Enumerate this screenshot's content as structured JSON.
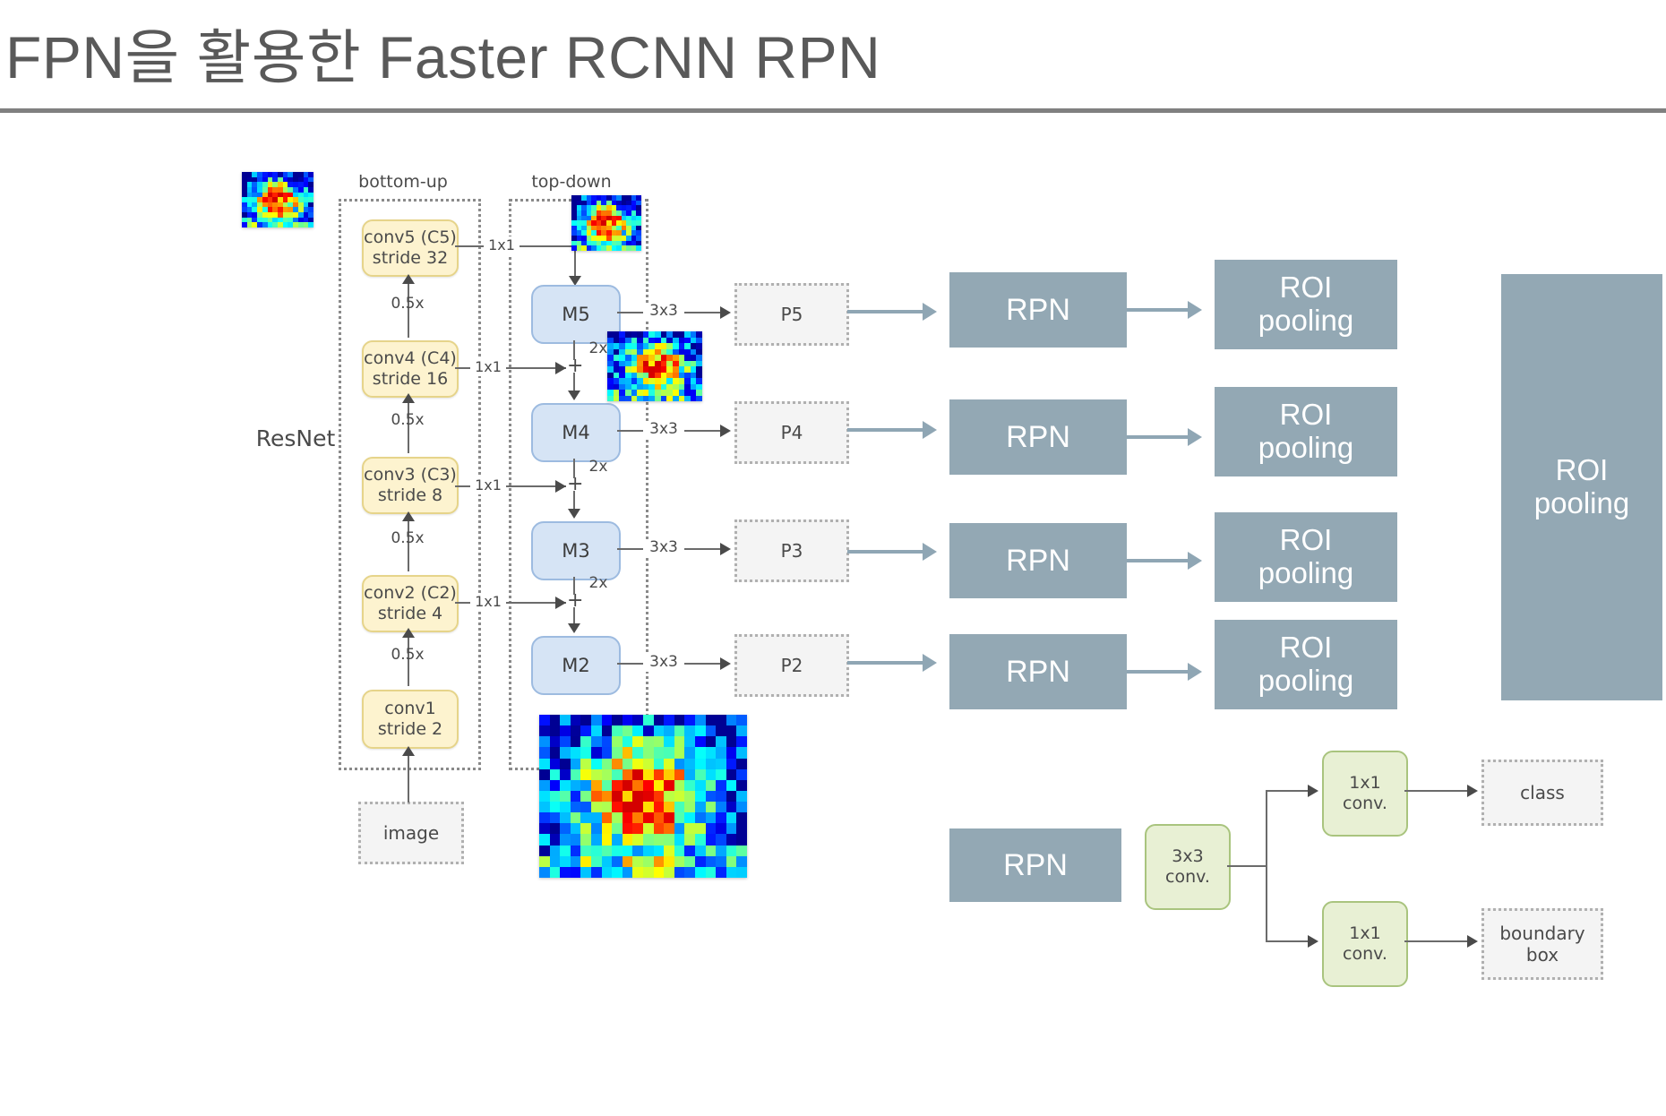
{
  "slide": {
    "title": "FPN을 활용한 Faster RCNN RPN"
  },
  "diagram": {
    "column_headers": {
      "bottom_up": "bottom-up",
      "top_down": "top-down"
    },
    "backbone_label": "ResNet",
    "resnet_blocks": [
      {
        "line1": "conv5 (C5)",
        "line2": "stride 32"
      },
      {
        "line1": "conv4 (C4)",
        "line2": "stride 16"
      },
      {
        "line1": "conv3 (C3)",
        "line2": "stride 8"
      },
      {
        "line1": "conv2 (C2)",
        "line2": "stride 4"
      },
      {
        "line1": "conv1",
        "line2": "stride 2"
      }
    ],
    "downsample_labels": [
      "0.5x",
      "0.5x",
      "0.5x",
      "0.5x"
    ],
    "lateral_labels": [
      "1x1",
      "1x1",
      "1x1",
      "1x1"
    ],
    "upsample_labels": [
      "2x",
      "2x",
      "2x"
    ],
    "merge_symbol": "+",
    "m_blocks": [
      "M5",
      "M4",
      "M3",
      "M2"
    ],
    "conv3x3_labels": [
      "3x3",
      "3x3",
      "3x3",
      "3x3"
    ],
    "p_blocks": [
      "P5",
      "P4",
      "P3",
      "P2"
    ],
    "image_block": "image",
    "rpn_label": "RPN",
    "roi_pooling_label": "ROI\npooling",
    "roi_pooling_line1": "ROI",
    "roi_pooling_line2": "pooling",
    "shared_roi_pooling_line1": "ROI",
    "shared_roi_pooling_line2": "pooling",
    "rpn_detail": {
      "rpn_label": "RPN",
      "conv3x3": {
        "line1": "3x3",
        "line2": "conv."
      },
      "conv1x1_top": {
        "line1": "1x1",
        "line2": "conv."
      },
      "conv1x1_bottom": {
        "line1": "1x1",
        "line2": "conv."
      },
      "output_class": "class",
      "output_bbox_line1": "boundary",
      "output_bbox_line2": "box"
    },
    "colors": {
      "title_text": "#595959",
      "rule": "#808080",
      "resnet_fill": "#fdf3cf",
      "resnet_stroke": "#e6d48a",
      "m_fill": "#d6e4f5",
      "m_stroke": "#9dbbe0",
      "p_fill": "#f4f4f4",
      "p_stroke": "#b0b0b0",
      "slate": "#93a8b4",
      "green_fill": "#e8f0d4",
      "green_stroke": "#a9c47e",
      "connector": "#6b6b6b",
      "blue_connector": "#8fa6b4"
    }
  }
}
